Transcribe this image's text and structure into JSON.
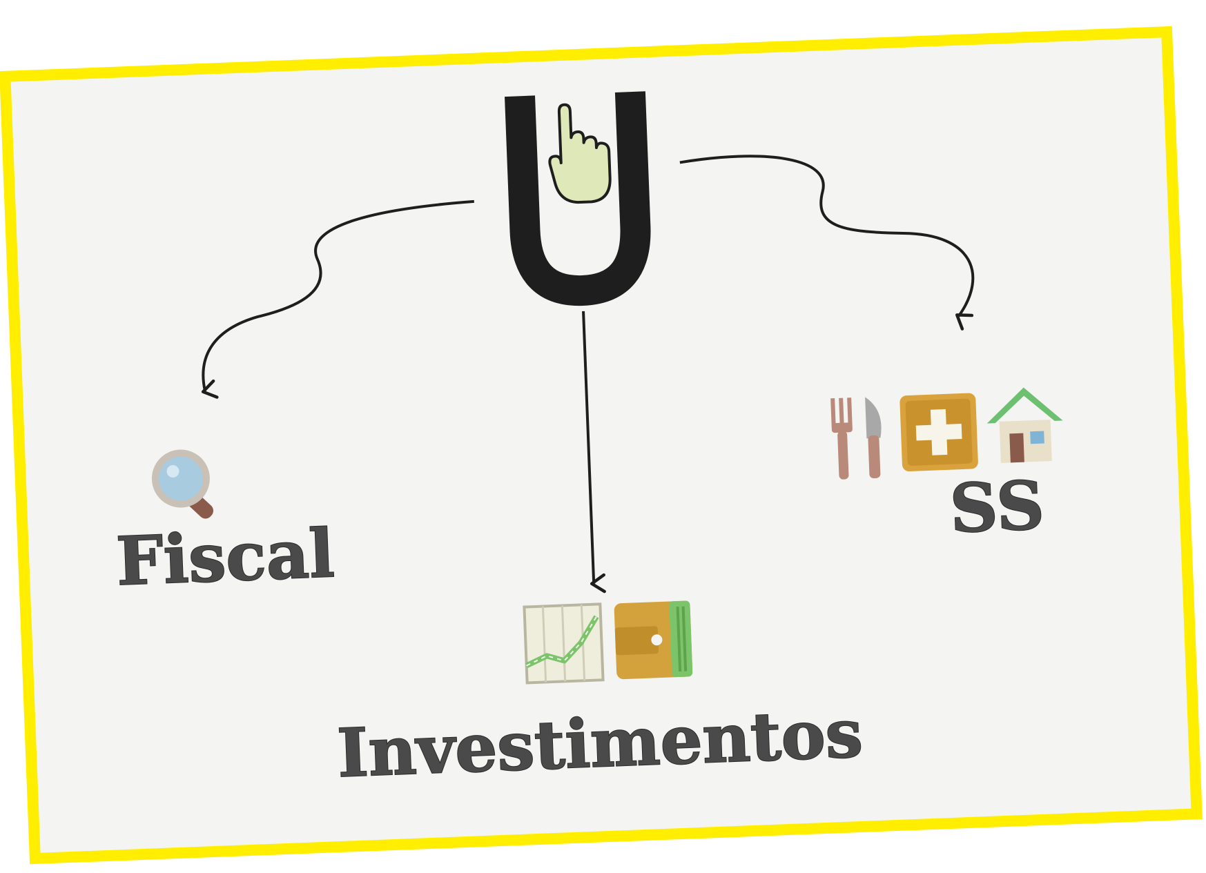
{
  "diagram": {
    "root": {
      "letter": "U",
      "icon": "pointing-hand-icon"
    },
    "branches": {
      "fiscal": {
        "label": "Fiscal",
        "icons": [
          "magnifying-glass-icon"
        ]
      },
      "investimentos": {
        "label": "Investimentos",
        "icons": [
          "line-chart-icon",
          "wallet-icon"
        ]
      },
      "ss": {
        "label": "SS",
        "icons": [
          "fork-knife-icon",
          "medical-cross-icon",
          "house-icon"
        ]
      }
    }
  },
  "colors": {
    "frame": "#ffee00",
    "card": "#f4f4f2",
    "ink": "#1e1e1e",
    "label": "#4a4a4a",
    "hand_fill": "#dfe8b8",
    "magnifier_lens": "#a9cbe0",
    "magnifier_rim": "#c9c1b6",
    "magnifier_handle": "#8a5a4a",
    "chart_bg": "#efeedd",
    "chart_line": "#7cc46a",
    "wallet": "#d4a23c",
    "wallet_stripe": "#7cc46a",
    "cutlery": "#b98a7a",
    "medical_box": "#d9a23c",
    "house_roof": "#6cc070",
    "house_wall": "#e8e0c8",
    "house_door": "#8a5a4a"
  }
}
